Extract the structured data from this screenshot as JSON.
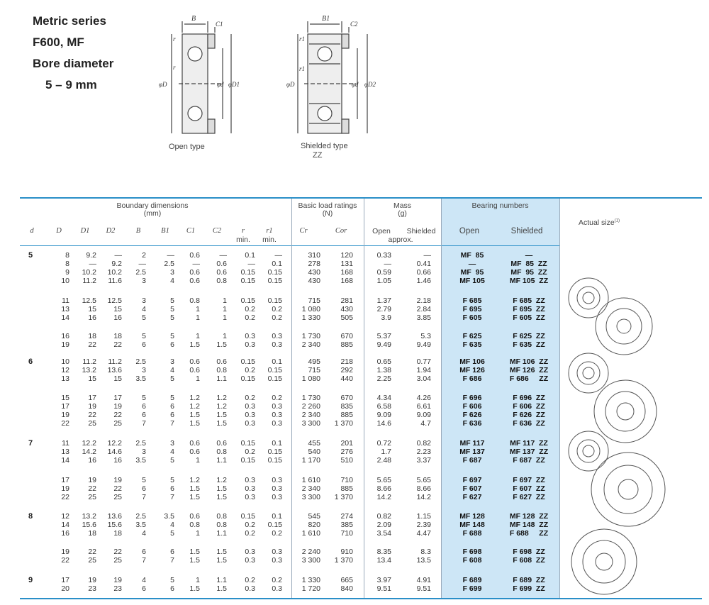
{
  "header": {
    "line1": "Metric series",
    "line2": "F600, MF",
    "line3": "Bore diameter",
    "line4": "5 – 9 mm"
  },
  "diagrams": {
    "open_caption": "Open type",
    "shielded_caption": "Shielded type",
    "shielded_caption2": "ZZ",
    "labels_open": {
      "B": "B",
      "C1": "C1",
      "r": "r",
      "r2": "r",
      "D": "φD",
      "d": "φd",
      "D1": "φD1"
    },
    "labels_shield": {
      "B1": "B1",
      "C2": "C2",
      "r1": "r1",
      "r1b": "r1",
      "D": "φD",
      "d": "φd",
      "D2": "φD2"
    }
  },
  "table": {
    "group_headers": {
      "boundary": "Boundary dimensions",
      "boundary_unit": "(mm)",
      "load": "Basic load ratings",
      "load_unit": "(N)",
      "mass": "Mass",
      "mass_unit": "(g)",
      "bearing": "Bearing numbers",
      "actual": "Actual size"
    },
    "columns": {
      "d": "d",
      "D": "D",
      "D1": "D1",
      "D2": "D2",
      "B": "B",
      "B1": "B1",
      "C1": "C1",
      "C2": "C2",
      "r": "r",
      "r_sub": "min.",
      "r1": "r1",
      "r1_sub": "min.",
      "Cr": "Cr",
      "Cor": "Cor",
      "open": "Open",
      "shielded": "Shielded",
      "approx": "approx.",
      "bn_open": "Open",
      "bn_shielded": "Shielded"
    },
    "rows": [
      {
        "d": "5",
        "D": "8",
        "D1": "9.2",
        "D2": "—",
        "B": "2",
        "B1": "—",
        "C1": "0.6",
        "C2": "—",
        "r": "0.1",
        "r1": "—",
        "Cr": "310",
        "Cor": "120",
        "m_open": "0.33",
        "m_sh": "—",
        "bn_open": "MF  85",
        "bn_sh": "—"
      },
      {
        "d": "",
        "D": "8",
        "D1": "—",
        "D2": "9.2",
        "B": "—",
        "B1": "2.5",
        "C1": "—",
        "C2": "0.6",
        "r": "—",
        "r1": "0.1",
        "Cr": "278",
        "Cor": "131",
        "m_open": "—",
        "m_sh": "0.41",
        "bn_open": "—",
        "bn_sh": "MF  85  ZZ"
      },
      {
        "d": "",
        "D": "9",
        "D1": "10.2",
        "D2": "10.2",
        "B": "2.5",
        "B1": "3",
        "C1": "0.6",
        "C2": "0.6",
        "r": "0.15",
        "r1": "0.15",
        "Cr": "430",
        "Cor": "168",
        "m_open": "0.59",
        "m_sh": "0.66",
        "bn_open": "MF  95",
        "bn_sh": "MF  95  ZZ"
      },
      {
        "d": "",
        "D": "10",
        "D1": "11.2",
        "D2": "11.6",
        "B": "3",
        "B1": "4",
        "C1": "0.6",
        "C2": "0.8",
        "r": "0.15",
        "r1": "0.15",
        "Cr": "430",
        "Cor": "168",
        "m_open": "1.05",
        "m_sh": "1.46",
        "bn_open": "MF 105",
        "bn_sh": "MF 105  ZZ"
      },
      {
        "d": "",
        "D": "11",
        "D1": "12.5",
        "D2": "12.5",
        "B": "3",
        "B1": "5",
        "C1": "0.8",
        "C2": "1",
        "r": "0.15",
        "r1": "0.15",
        "Cr": "715",
        "Cor": "281",
        "m_open": "1.37",
        "m_sh": "2.18",
        "bn_open": "F 685",
        "bn_sh": "F 685  ZZ"
      },
      {
        "d": "",
        "D": "13",
        "D1": "15",
        "D2": "15",
        "B": "4",
        "B1": "5",
        "C1": "1",
        "C2": "1",
        "r": "0.2",
        "r1": "0.2",
        "Cr": "1 080",
        "Cor": "430",
        "m_open": "2.79",
        "m_sh": "2.84",
        "bn_open": "F 695",
        "bn_sh": "F 695  ZZ"
      },
      {
        "d": "",
        "D": "14",
        "D1": "16",
        "D2": "16",
        "B": "5",
        "B1": "5",
        "C1": "1",
        "C2": "1",
        "r": "0.2",
        "r1": "0.2",
        "Cr": "1 330",
        "Cor": "505",
        "m_open": "3.9",
        "m_sh": "3.85",
        "bn_open": "F 605",
        "bn_sh": "F 605  ZZ"
      },
      {
        "d": "",
        "D": "16",
        "D1": "18",
        "D2": "18",
        "B": "5",
        "B1": "5",
        "C1": "1",
        "C2": "1",
        "r": "0.3",
        "r1": "0.3",
        "Cr": "1 730",
        "Cor": "670",
        "m_open": "5.37",
        "m_sh": "5.3",
        "bn_open": "F 625",
        "bn_sh": "F 625  ZZ"
      },
      {
        "d": "",
        "D": "19",
        "D1": "22",
        "D2": "22",
        "B": "6",
        "B1": "6",
        "C1": "1.5",
        "C2": "1.5",
        "r": "0.3",
        "r1": "0.3",
        "Cr": "2 340",
        "Cor": "885",
        "m_open": "9.49",
        "m_sh": "9.49",
        "bn_open": "F 635",
        "bn_sh": "F 635  ZZ"
      },
      {
        "d": "6",
        "D": "10",
        "D1": "11.2",
        "D2": "11.2",
        "B": "2.5",
        "B1": "3",
        "C1": "0.6",
        "C2": "0.6",
        "r": "0.15",
        "r1": "0.1",
        "Cr": "495",
        "Cor": "218",
        "m_open": "0.65",
        "m_sh": "0.77",
        "bn_open": "MF 106",
        "bn_sh": "MF 106  ZZ"
      },
      {
        "d": "",
        "D": "12",
        "D1": "13.2",
        "D2": "13.6",
        "B": "3",
        "B1": "4",
        "C1": "0.6",
        "C2": "0.8",
        "r": "0.2",
        "r1": "0.15",
        "Cr": "715",
        "Cor": "292",
        "m_open": "1.38",
        "m_sh": "1.94",
        "bn_open": "MF 126",
        "bn_sh": "MF 126  ZZ"
      },
      {
        "d": "",
        "D": "13",
        "D1": "15",
        "D2": "15",
        "B": "3.5",
        "B1": "5",
        "C1": "1",
        "C2": "1.1",
        "r": "0.15",
        "r1": "0.15",
        "Cr": "1 080",
        "Cor": "440",
        "m_open": "2.25",
        "m_sh": "3.04",
        "bn_open": "F 686",
        "bn_sh": "F 686     ZZ"
      },
      {
        "d": "",
        "D": "15",
        "D1": "17",
        "D2": "17",
        "B": "5",
        "B1": "5",
        "C1": "1.2",
        "C2": "1.2",
        "r": "0.2",
        "r1": "0.2",
        "Cr": "1 730",
        "Cor": "670",
        "m_open": "4.34",
        "m_sh": "4.26",
        "bn_open": "F 696",
        "bn_sh": "F 696  ZZ"
      },
      {
        "d": "",
        "D": "17",
        "D1": "19",
        "D2": "19",
        "B": "6",
        "B1": "6",
        "C1": "1.2",
        "C2": "1.2",
        "r": "0.3",
        "r1": "0.3",
        "Cr": "2 260",
        "Cor": "835",
        "m_open": "6.58",
        "m_sh": "6.61",
        "bn_open": "F 606",
        "bn_sh": "F 606  ZZ"
      },
      {
        "d": "",
        "D": "19",
        "D1": "22",
        "D2": "22",
        "B": "6",
        "B1": "6",
        "C1": "1.5",
        "C2": "1.5",
        "r": "0.3",
        "r1": "0.3",
        "Cr": "2 340",
        "Cor": "885",
        "m_open": "9.09",
        "m_sh": "9.09",
        "bn_open": "F 626",
        "bn_sh": "F 626  ZZ"
      },
      {
        "d": "",
        "D": "22",
        "D1": "25",
        "D2": "25",
        "B": "7",
        "B1": "7",
        "C1": "1.5",
        "C2": "1.5",
        "r": "0.3",
        "r1": "0.3",
        "Cr": "3 300",
        "Cor": "1 370",
        "m_open": "14.6",
        "m_sh": "4.7",
        "bn_open": "F 636",
        "bn_sh": "F 636  ZZ"
      },
      {
        "d": "7",
        "D": "11",
        "D1": "12.2",
        "D2": "12.2",
        "B": "2.5",
        "B1": "3",
        "C1": "0.6",
        "C2": "0.6",
        "r": "0.15",
        "r1": "0.1",
        "Cr": "455",
        "Cor": "201",
        "m_open": "0.72",
        "m_sh": "0.82",
        "bn_open": "MF 117",
        "bn_sh": "MF 117  ZZ"
      },
      {
        "d": "",
        "D": "13",
        "D1": "14.2",
        "D2": "14.6",
        "B": "3",
        "B1": "4",
        "C1": "0.6",
        "C2": "0.8",
        "r": "0.2",
        "r1": "0.15",
        "Cr": "540",
        "Cor": "276",
        "m_open": "1.7",
        "m_sh": "2.23",
        "bn_open": "MF 137",
        "bn_sh": "MF 137  ZZ"
      },
      {
        "d": "",
        "D": "14",
        "D1": "16",
        "D2": "16",
        "B": "3.5",
        "B1": "5",
        "C1": "1",
        "C2": "1.1",
        "r": "0.15",
        "r1": "0.15",
        "Cr": "1 170",
        "Cor": "510",
        "m_open": "2.48",
        "m_sh": "3.37",
        "bn_open": "F 687",
        "bn_sh": "F 687  ZZ"
      },
      {
        "d": "",
        "D": "17",
        "D1": "19",
        "D2": "19",
        "B": "5",
        "B1": "5",
        "C1": "1.2",
        "C2": "1.2",
        "r": "0.3",
        "r1": "0.3",
        "Cr": "1 610",
        "Cor": "710",
        "m_open": "5.65",
        "m_sh": "5.65",
        "bn_open": "F 697",
        "bn_sh": "F 697  ZZ"
      },
      {
        "d": "",
        "D": "19",
        "D1": "22",
        "D2": "22",
        "B": "6",
        "B1": "6",
        "C1": "1.5",
        "C2": "1.5",
        "r": "0.3",
        "r1": "0.3",
        "Cr": "2 340",
        "Cor": "885",
        "m_open": "8.66",
        "m_sh": "8.66",
        "bn_open": "F 607",
        "bn_sh": "F 607  ZZ"
      },
      {
        "d": "",
        "D": "22",
        "D1": "25",
        "D2": "25",
        "B": "7",
        "B1": "7",
        "C1": "1.5",
        "C2": "1.5",
        "r": "0.3",
        "r1": "0.3",
        "Cr": "3 300",
        "Cor": "1 370",
        "m_open": "14.2",
        "m_sh": "14.2",
        "bn_open": "F 627",
        "bn_sh": "F 627  ZZ"
      },
      {
        "d": "8",
        "D": "12",
        "D1": "13.2",
        "D2": "13.6",
        "B": "2.5",
        "B1": "3.5",
        "C1": "0.6",
        "C2": "0.8",
        "r": "0.15",
        "r1": "0.1",
        "Cr": "545",
        "Cor": "274",
        "m_open": "0.82",
        "m_sh": "1.15",
        "bn_open": "MF 128",
        "bn_sh": "MF 128  ZZ"
      },
      {
        "d": "",
        "D": "14",
        "D1": "15.6",
        "D2": "15.6",
        "B": "3.5",
        "B1": "4",
        "C1": "0.8",
        "C2": "0.8",
        "r": "0.2",
        "r1": "0.15",
        "Cr": "820",
        "Cor": "385",
        "m_open": "2.09",
        "m_sh": "2.39",
        "bn_open": "MF 148",
        "bn_sh": "MF 148  ZZ"
      },
      {
        "d": "",
        "D": "16",
        "D1": "18",
        "D2": "18",
        "B": "4",
        "B1": "5",
        "C1": "1",
        "C2": "1.1",
        "r": "0.2",
        "r1": "0.2",
        "Cr": "1 610",
        "Cor": "710",
        "m_open": "3.54",
        "m_sh": "4.47",
        "bn_open": "F 688",
        "bn_sh": "F 688     ZZ"
      },
      {
        "d": "",
        "D": "19",
        "D1": "22",
        "D2": "22",
        "B": "6",
        "B1": "6",
        "C1": "1.5",
        "C2": "1.5",
        "r": "0.3",
        "r1": "0.3",
        "Cr": "2 240",
        "Cor": "910",
        "m_open": "8.35",
        "m_sh": "8.3",
        "bn_open": "F 698",
        "bn_sh": "F 698  ZZ"
      },
      {
        "d": "",
        "D": "22",
        "D1": "25",
        "D2": "25",
        "B": "7",
        "B1": "7",
        "C1": "1.5",
        "C2": "1.5",
        "r": "0.3",
        "r1": "0.3",
        "Cr": "3 300",
        "Cor": "1 370",
        "m_open": "13.4",
        "m_sh": "13.5",
        "bn_open": "F 608",
        "bn_sh": "F 608  ZZ"
      },
      {
        "d": "9",
        "D": "17",
        "D1": "19",
        "D2": "19",
        "B": "4",
        "B1": "5",
        "C1": "1",
        "C2": "1.1",
        "r": "0.2",
        "r1": "0.2",
        "Cr": "1 330",
        "Cor": "665",
        "m_open": "3.97",
        "m_sh": "4.91",
        "bn_open": "F 689",
        "bn_sh": "F 689  ZZ"
      },
      {
        "d": "",
        "D": "20",
        "D1": "23",
        "D2": "23",
        "B": "6",
        "B1": "6",
        "C1": "1.5",
        "C2": "1.5",
        "r": "0.3",
        "r1": "0.3",
        "Cr": "1 720",
        "Cor": "840",
        "m_open": "9.51",
        "m_sh": "9.51",
        "bn_open": "F 699",
        "bn_sh": "F 699  ZZ"
      }
    ]
  },
  "colors": {
    "accent_rule": "#2a8fc8",
    "bearing_column_bg": "#cde6f6"
  }
}
